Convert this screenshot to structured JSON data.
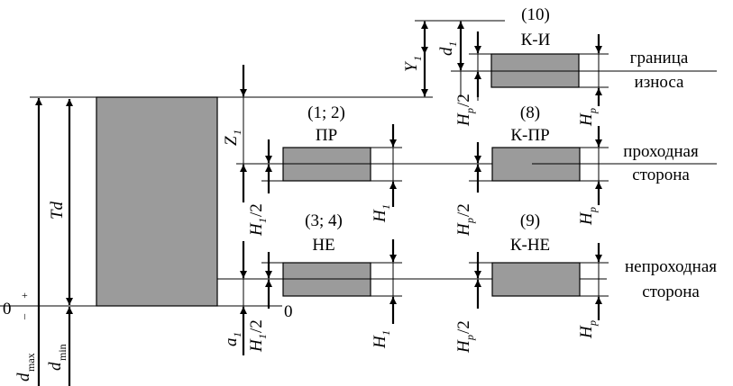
{
  "labels": {
    "td": "Td",
    "z1": "Z₁",
    "y1": "Y₁",
    "d1": "d₁",
    "a1": "a₁",
    "h1": "H₁",
    "h1_half": "H₁/2",
    "hp": "H",
    "hp_sub": "p",
    "hp_half": "H",
    "hp_half_sub": "p",
    "hp_half_suffix": "/2",
    "dmax": "d",
    "dmax_sub": "max",
    "dmin": "d",
    "dmin_sub": "min",
    "zero_left": "0",
    "zero_right": "0",
    "plus": "+",
    "minus": "–"
  },
  "gauges": {
    "pr_num": "(1; 2)",
    "pr_name": "ПР",
    "ne_num": "(3; 4)",
    "ne_name": "НЕ",
    "ki_num": "(10)",
    "ki_name": "К-И",
    "kpr_num": "(8)",
    "kpr_name": "К-ПР",
    "kne_num": "(9)",
    "kne_name": "К-НЕ"
  },
  "sides": {
    "wear_1": "граница",
    "wear_2": "износа",
    "go_1": "проходная",
    "go_2": "сторона",
    "nogo_1": "непроходная",
    "nogo_2": "сторона"
  },
  "colors": {
    "fill": "#9b9b9b",
    "line": "#000000"
  }
}
